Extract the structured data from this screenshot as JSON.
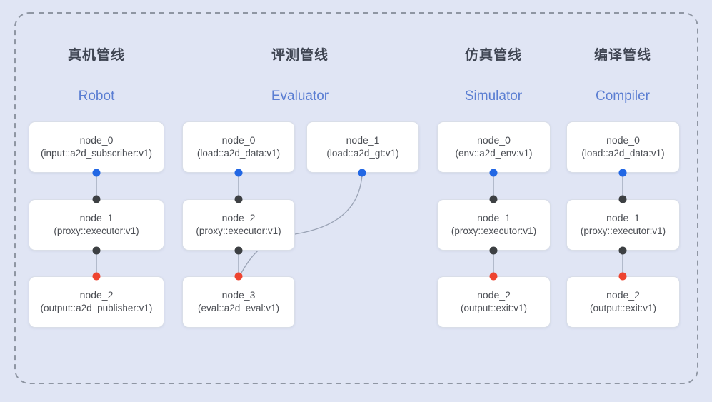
{
  "colors": {
    "background": "#e0e5f4",
    "dashed_border": "#8f96a3",
    "node_bg": "#ffffff",
    "node_border": "#d9dee8",
    "node_text": "#4b4e54",
    "edge": "#9aa3b5",
    "title_cn": "#3f4552",
    "title_en": "#5b7ed2",
    "dot_blue": "#2267e4",
    "dot_dark": "#3d4043",
    "dot_red": "#ee4430"
  },
  "pipelines": [
    {
      "title_cn": "真机管线",
      "title_en": "Robot",
      "nodes": [
        {
          "name": "node_0",
          "type": "(input::a2d_subscriber:v1)"
        },
        {
          "name": "node_1",
          "type": "(proxy::executor:v1)"
        },
        {
          "name": "node_2",
          "type": "(output::a2d_publisher:v1)"
        }
      ]
    },
    {
      "title_cn": "评测管线",
      "title_en": "Evaluator",
      "nodes": [
        {
          "name": "node_0",
          "type": "(load::a2d_data:v1)"
        },
        {
          "name": "node_1",
          "type": "(load::a2d_gt:v1)"
        },
        {
          "name": "node_2",
          "type": "(proxy::executor:v1)"
        },
        {
          "name": "node_3",
          "type": "(eval::a2d_eval:v1)"
        }
      ]
    },
    {
      "title_cn": "仿真管线",
      "title_en": "Simulator",
      "nodes": [
        {
          "name": "node_0",
          "type": "(env::a2d_env:v1)"
        },
        {
          "name": "node_1",
          "type": "(proxy::executor:v1)"
        },
        {
          "name": "node_2",
          "type": "(output::exit:v1)"
        }
      ]
    },
    {
      "title_cn": "编译管线",
      "title_en": "Compiler",
      "nodes": [
        {
          "name": "node_0",
          "type": "(load::a2d_data:v1)"
        },
        {
          "name": "node_1",
          "type": "(proxy::executor:v1)"
        },
        {
          "name": "node_2",
          "type": "(output::exit:v1)"
        }
      ]
    }
  ]
}
